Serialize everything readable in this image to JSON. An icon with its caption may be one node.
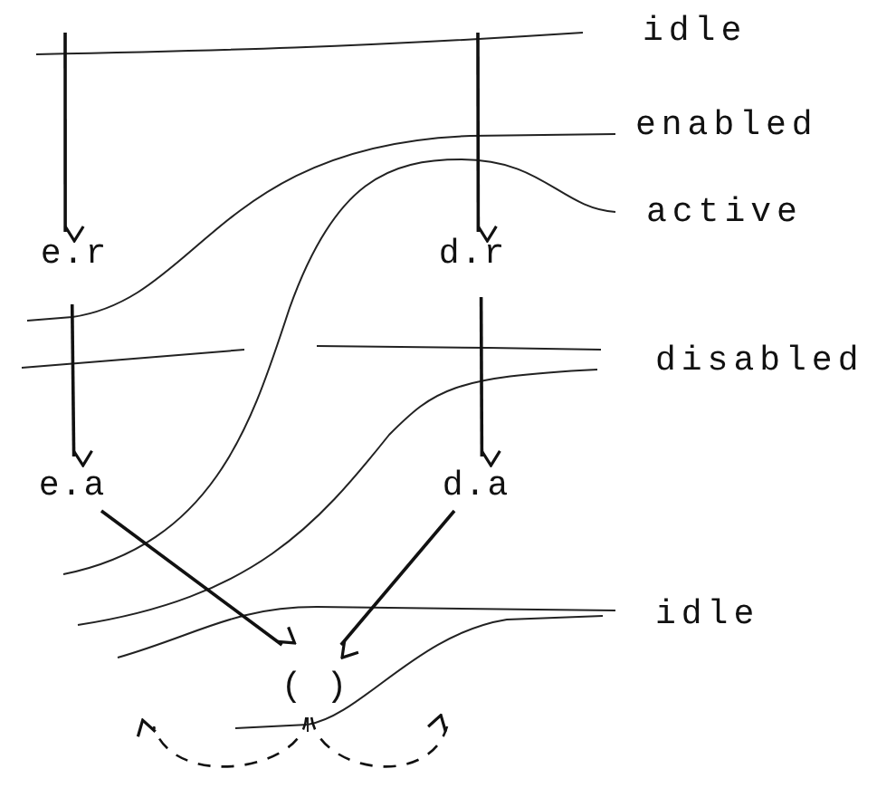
{
  "diagram": {
    "nodes": [
      {
        "text": [
          "e.r"
        ]
      },
      {
        "text": [
          "d.r"
        ]
      },
      {
        "text": [
          "e.a"
        ]
      },
      {
        "text": [
          "d.a"
        ]
      },
      {
        "text": [
          "( )"
        ]
      }
    ],
    "edges": [
      {
        "from": null,
        "to": 0,
        "arrow": "to"
      },
      {
        "from": null,
        "to": 1,
        "arrow": "to"
      },
      {
        "from": 0,
        "to": 2,
        "arrow": "to"
      },
      {
        "from": 1,
        "to": 3,
        "arrow": "to"
      },
      {
        "from": 2,
        "to": 4,
        "arrow": "to"
      },
      {
        "from": 3,
        "to": 4,
        "arrow": "to"
      },
      {
        "from": 4,
        "to": null,
        "arrow": "to",
        "style": "dashed"
      },
      {
        "from": 4,
        "to": null,
        "arrow": "to",
        "style": "dashed"
      }
    ],
    "labels": [
      "idle",
      "enabled",
      "active",
      "disabled",
      "idle"
    ]
  }
}
